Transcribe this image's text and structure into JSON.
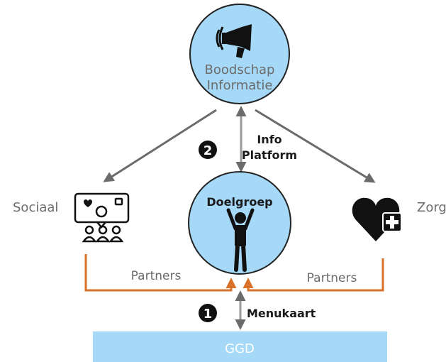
{
  "nodes": {
    "top": {
      "line1": "Boodschap",
      "line2": "Informatie",
      "icon": "megaphone-icon"
    },
    "center": {
      "label": "Doelgroep",
      "icon": "person-icon"
    },
    "left": {
      "label": "Sociaal",
      "icon": "social-group-icon"
    },
    "right": {
      "label": "Zorg",
      "icon": "heart-plus-icon"
    },
    "bottom": {
      "label": "GGD"
    }
  },
  "edges": {
    "info_platform": {
      "line1": "Info",
      "line2": "Platform",
      "step": "2"
    },
    "menukaart": {
      "label": "Menukaart",
      "step": "1"
    },
    "partners_left": {
      "label": "Partners"
    },
    "partners_right": {
      "label": "Partners"
    }
  },
  "colors": {
    "circle_fill": "#a6d8f7",
    "circle_stroke": "#222222",
    "bar_fill": "#a6d8f7",
    "orange": "#d9712a",
    "gray_arrow": "#6b6b6b"
  }
}
